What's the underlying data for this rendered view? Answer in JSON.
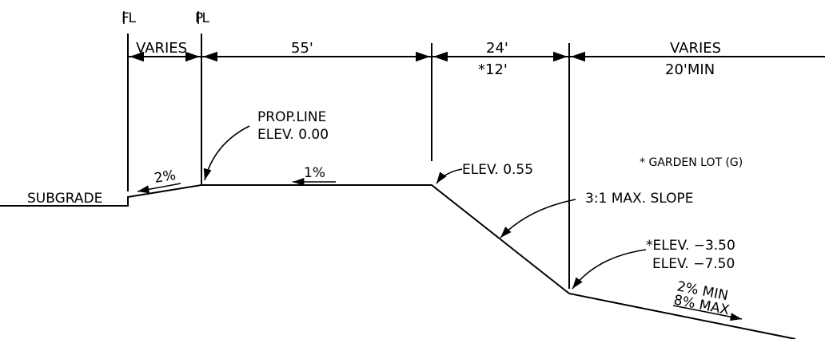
{
  "markers": {
    "fl": "FL",
    "pl": "PL"
  },
  "dimensions": {
    "varies_left": "VARIES",
    "d55": "55'",
    "d24": "24'",
    "d12": "*12'",
    "varies_right": "VARIES",
    "min20": "20'MIN"
  },
  "labels": {
    "subgrade": "SUBGRADE",
    "prop_line": "PROP.LINE",
    "elev_000": "ELEV. 0.00",
    "slope_2pct": "2%",
    "slope_1pct": "1%",
    "elev_055": "ELEV. 0.55",
    "garden_lot": "* GARDEN LOT (G)",
    "max_slope": "3:1 MAX. SLOPE",
    "elev_350": "*ELEV.  −3.50",
    "elev_750": "ELEV.  −7.50",
    "min_2pct": "2% MIN",
    "max_8pct": "8% MAX"
  }
}
